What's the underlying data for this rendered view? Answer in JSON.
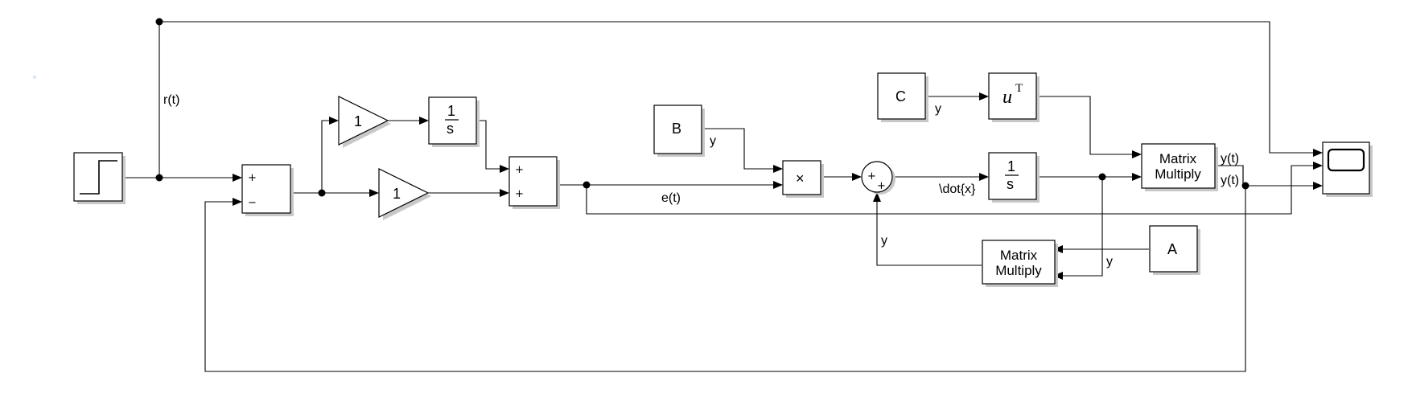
{
  "blocks": {
    "gain_upper": "1",
    "gain_lower": "1",
    "integrator_1_num": "1",
    "integrator_1_den": "s",
    "integrator_2_num": "1",
    "integrator_2_den": "s",
    "matrix_b": "B",
    "matrix_c": "C",
    "matrix_a": "A",
    "transpose_base": "u",
    "transpose_sup": "T",
    "product_symbol": "×",
    "matrix_multiply_top": [
      "Matrix",
      "Multiply"
    ],
    "matrix_multiply_bottom": [
      "Matrix",
      "Multiply"
    ],
    "sum_error_signs": [
      "+",
      "−"
    ],
    "sum_pi_signs": [
      "+",
      "+"
    ],
    "sum_state_signs": [
      "+",
      "+"
    ]
  },
  "signals": {
    "reference": "r(t)",
    "error": "e(t)",
    "state_derivative": "\\dot{x}",
    "b_out": "y",
    "c_out": "y",
    "feedback_ax": "y",
    "a_out": "y",
    "output_1": "y(t)",
    "output_2": "y(t)"
  }
}
